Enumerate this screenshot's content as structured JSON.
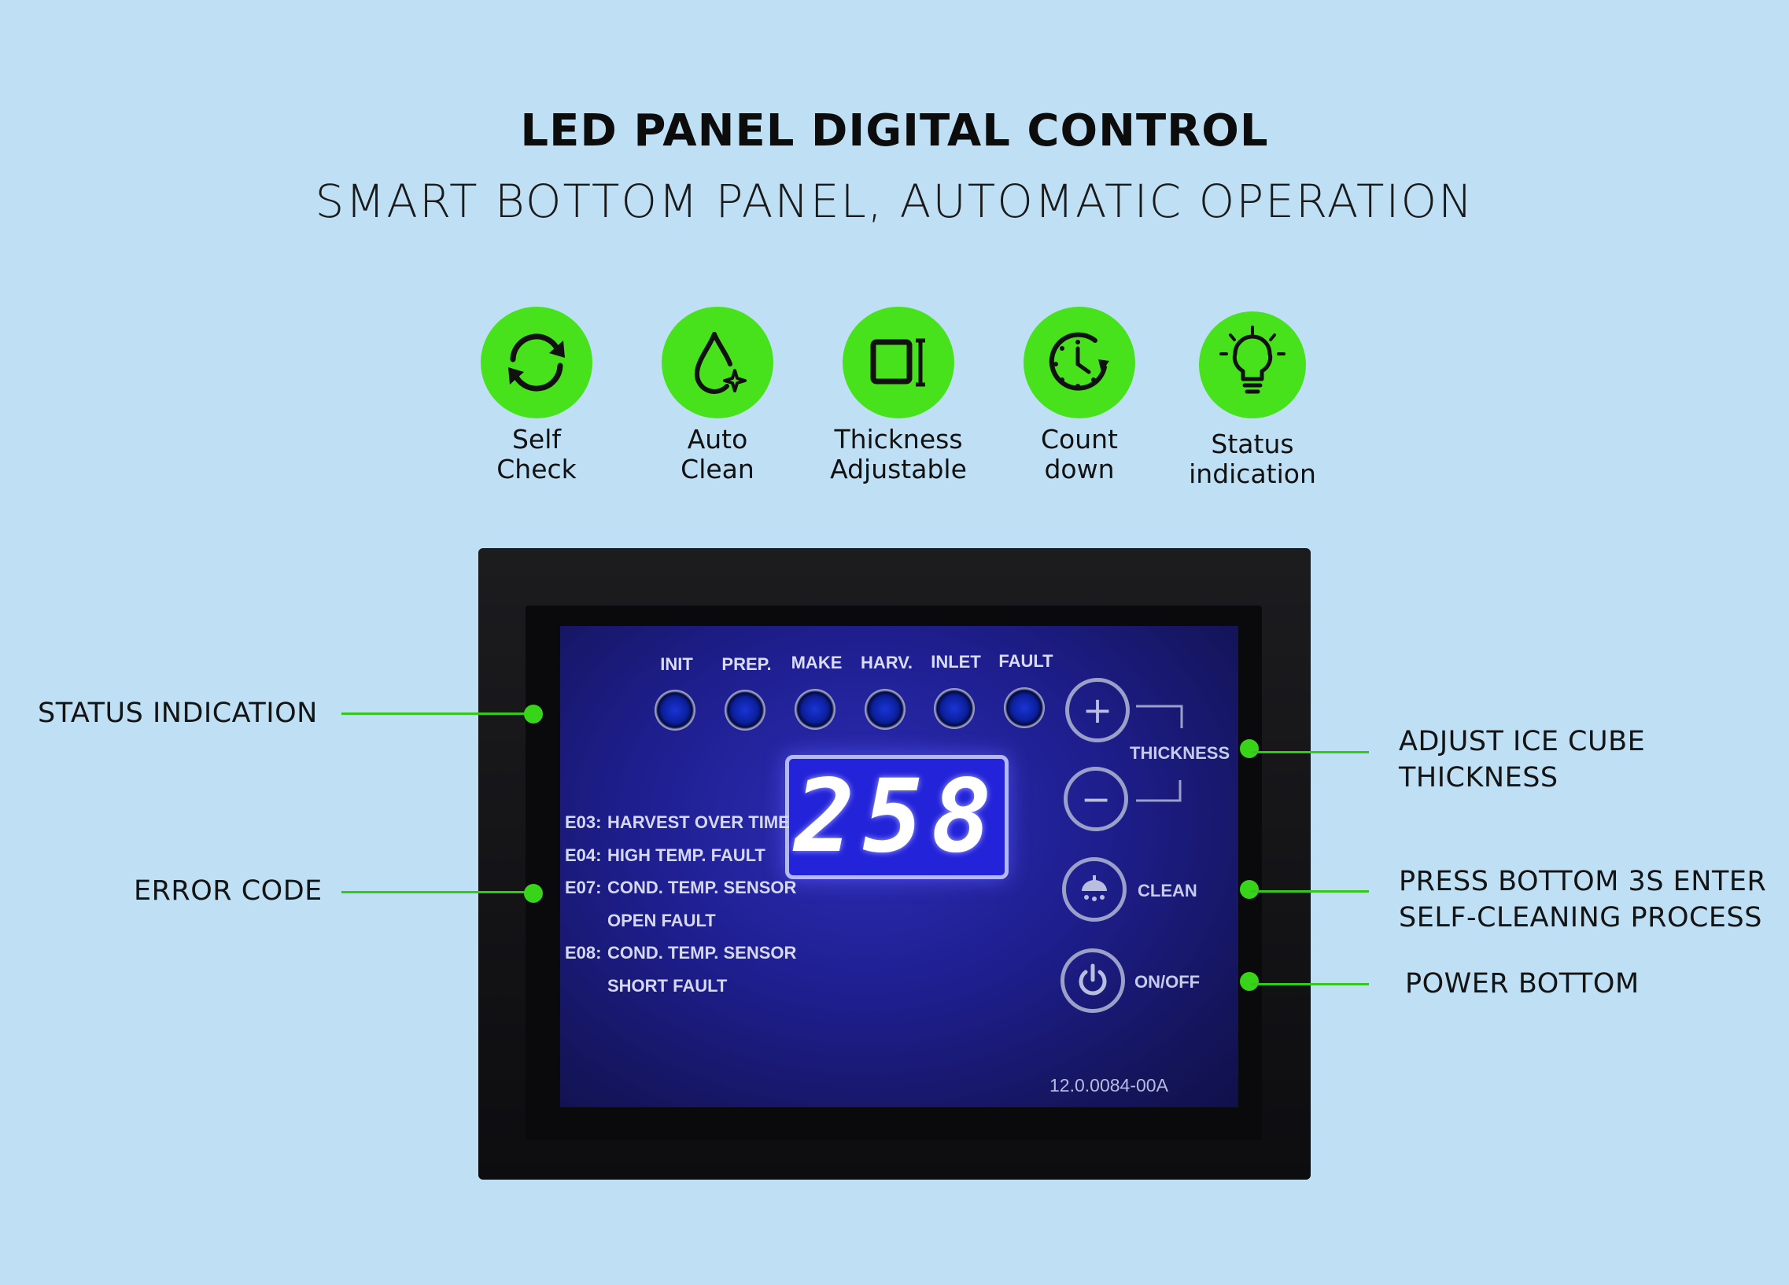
{
  "header": {
    "title": "LED PANEL DIGITAL CONTROL",
    "subtitle": "SMART BOTTOM PANEL, AUTOMATIC OPERATION"
  },
  "features": [
    {
      "icon": "refresh-cycle-icon",
      "label": "Self\nCheck"
    },
    {
      "icon": "water-drop-sparkle-icon",
      "label": "Auto\nClean"
    },
    {
      "icon": "thickness-adjust-icon",
      "label": "Thickness\nAdjustable"
    },
    {
      "icon": "clock-countdown-icon",
      "label": "Count\ndown"
    },
    {
      "icon": "light-bulb-icon",
      "label": "Status\nindication"
    }
  ],
  "accent_color": "#47e21c",
  "panel": {
    "status_leds": [
      "INIT",
      "PREP.",
      "MAKE",
      "HARV.",
      "INLET",
      "FAULT"
    ],
    "display_value": "258",
    "error_codes": [
      {
        "code": "E03:",
        "text": "HARVEST OVER TIME"
      },
      {
        "code": "E04:",
        "text": "HIGH TEMP. FAULT"
      },
      {
        "code": "E07:",
        "text": "COND. TEMP. SENSOR"
      },
      {
        "code": "",
        "text": "OPEN FAULT"
      },
      {
        "code": "E08:",
        "text": "COND. TEMP. SENSOR"
      },
      {
        "code": "",
        "text": "SHORT FAULT"
      }
    ],
    "thickness_label": "THICKNESS",
    "clean_label": "CLEAN",
    "power_label": "ON/OFF",
    "firmware": "12.0.0084-00A"
  },
  "callouts": {
    "status": "STATUS INDICATION",
    "error": "ERROR CODE",
    "thickness": "ADJUST ICE CUBE\nTHICKNESS",
    "clean": "PRESS BOTTOM 3S ENTER\nSELF-CLEANING PROCESS",
    "power": "POWER BOTTOM"
  }
}
